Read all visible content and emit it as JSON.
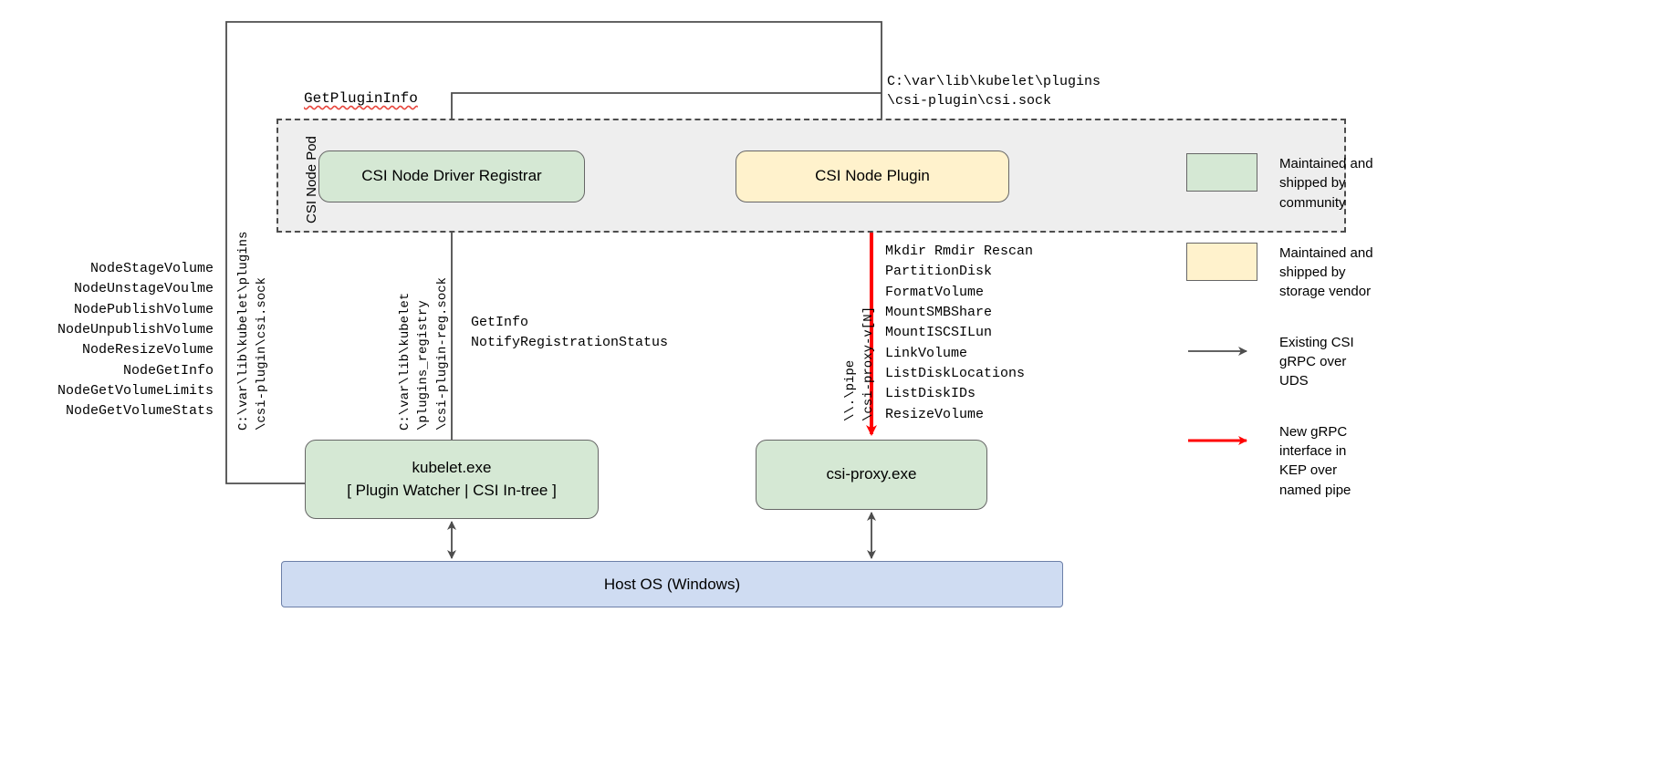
{
  "diagram": {
    "pod": {
      "label": "CSI Node Pod"
    },
    "boxes": {
      "registrar": "CSI Node Driver Registrar",
      "plugin": "CSI Node Plugin",
      "kubelet_line1": "kubelet.exe",
      "kubelet_line2": "[ Plugin Watcher | CSI In-tree ]",
      "proxy": "csi-proxy.exe",
      "hostos": "Host OS (Windows)"
    },
    "labels": {
      "get_plugin_info": "GetPluginInfo",
      "plugin_sock_path": "C:\\var\\lib\\kubelet\\plugins\n\\csi-plugin\\csi.sock",
      "csi_sock_path_rotated": "C:\\var\\lib\\kubelet\\plugins\n\\csi-plugin\\csi.sock",
      "registry_sock_path_rotated": "C:\\var\\lib\\kubelet\n\\plugins_registry\n\\csi-plugin-reg.sock",
      "named_pipe_rotated": "\\\\.\\pipe\n\\csi-proxy-v[N]",
      "registration_calls": "GetInfo\nNotifyRegistrationStatus",
      "node_service_methods": "NodeStageVolume\nNodeUnstageVoulme\nNodePublishVolume\nNodeUnpublishVolume\nNodeResizeVolume\nNodeGetInfo\nNodeGetVolumeLimits\nNodeGetVolumeStats",
      "proxy_api_methods": "Mkdir Rmdir Rescan\nPartitionDisk\nFormatVolume\nMountSMBShare\nMountISCSILun\nLinkVolume\nListDiskLocations\nListDiskIDs\nResizeVolume"
    },
    "legend": [
      {
        "type": "swatch",
        "color": "#d5e8d4",
        "text": "Maintained and\nshipped by\ncommunity"
      },
      {
        "type": "swatch",
        "color": "#fff2cc",
        "text": "Maintained and\nshipped by\nstorage vendor"
      },
      {
        "type": "arrow",
        "color": "#4d4d4d",
        "text": "Existing CSI\ngRPC over\nUDS"
      },
      {
        "type": "arrow",
        "color": "#ff0000",
        "text": "New gRPC\ninterface in\nKEP over\nnamed pipe"
      }
    ],
    "colors": {
      "community_green": "#d5e8d4",
      "vendor_cream": "#fff2cc",
      "host_os_blue": "#cfdcf2",
      "pod_background": "#eeeeee",
      "connector_gray": "#4d4d4d",
      "connector_red": "#ff0000"
    }
  }
}
